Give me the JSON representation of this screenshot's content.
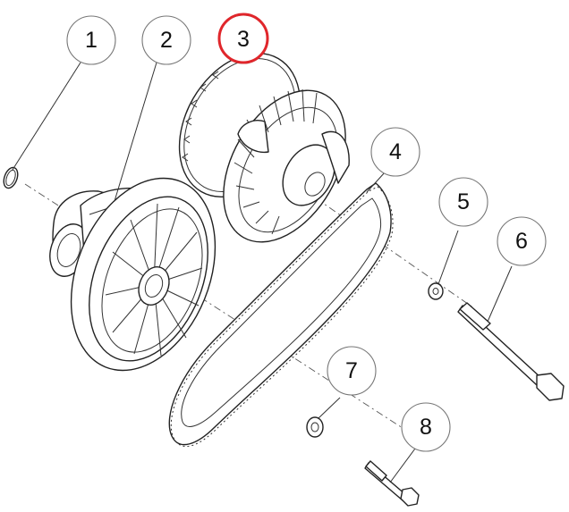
{
  "diagram": {
    "callouts": [
      {
        "id": "1",
        "label": "1",
        "highlighted": false
      },
      {
        "id": "2",
        "label": "2",
        "highlighted": false
      },
      {
        "id": "3",
        "label": "3",
        "highlighted": true
      },
      {
        "id": "4",
        "label": "4",
        "highlighted": false
      },
      {
        "id": "5",
        "label": "5",
        "highlighted": false
      },
      {
        "id": "6",
        "label": "6",
        "highlighted": false
      },
      {
        "id": "7",
        "label": "7",
        "highlighted": false
      },
      {
        "id": "8",
        "label": "8",
        "highlighted": false
      }
    ],
    "colors": {
      "line": "#222222",
      "bubble_stroke": "#777777",
      "highlight": "#e0262b",
      "background": "#ffffff"
    }
  }
}
